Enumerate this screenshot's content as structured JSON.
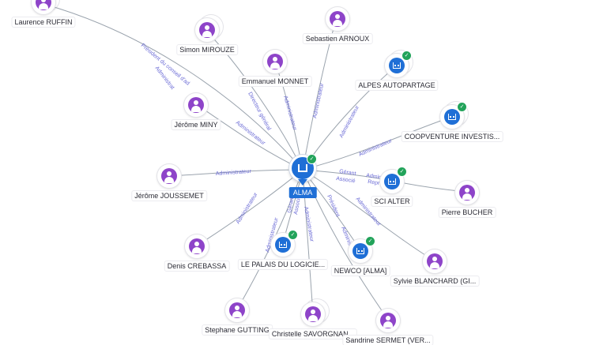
{
  "center": {
    "name": "ALMA",
    "type": "company"
  },
  "nodes": [
    {
      "id": "laurence-ruffin",
      "name": "Laurence RUFFIN",
      "type": "person"
    },
    {
      "id": "simon-mirouze",
      "name": "Simon MIROUZE",
      "type": "person"
    },
    {
      "id": "sebastien-arnoux",
      "name": "Sebastien ARNOUX",
      "type": "person"
    },
    {
      "id": "emmanuel-monnet",
      "name": "Emmanuel MONNET",
      "type": "person"
    },
    {
      "id": "alpes-autopartage",
      "name": "ALPES AUTOPARTAGE",
      "type": "company"
    },
    {
      "id": "jerome-miny",
      "name": "Jérôme MINY",
      "type": "person"
    },
    {
      "id": "coopventure",
      "name": "COOPVENTURE INVESTIS...",
      "type": "company"
    },
    {
      "id": "jerome-joussemet",
      "name": "Jérôme JOUSSEMET",
      "type": "person"
    },
    {
      "id": "sci-alter",
      "name": "SCI ALTER",
      "type": "company"
    },
    {
      "id": "pierre-bucher",
      "name": "Pierre BUCHER",
      "type": "person"
    },
    {
      "id": "denis-crebassa",
      "name": "Denis CREBASSA",
      "type": "person"
    },
    {
      "id": "le-palais",
      "name": "LE PALAIS DU LOGICIE...",
      "type": "company"
    },
    {
      "id": "newco-alma",
      "name": "NEWCO [ALMA]",
      "type": "company"
    },
    {
      "id": "sylvie-blanchard",
      "name": "Sylvie BLANCHARD (GI...",
      "type": "person"
    },
    {
      "id": "stephane-gutting",
      "name": "Stephane GUTTING",
      "type": "person"
    },
    {
      "id": "christelle-savorgnan",
      "name": "Christelle SAVORGNAN...",
      "type": "person"
    },
    {
      "id": "sandrine-sermet",
      "name": "Sandrine SERMET (VER...",
      "type": "person"
    }
  ],
  "edge_labels": {
    "ruffin": "Président du conseil d'ad",
    "ruffin2": "Administrat",
    "mirouze": "Directeur général",
    "monnet": "Administrateur",
    "arnoux": "Administrateur",
    "alpes": "Administrateur",
    "miny": "Administrateur",
    "coop": "Administrateur",
    "joussemet": "Administrateur",
    "scialter1": "Gérant",
    "scialter2": "Associé",
    "scialter3": "Admin",
    "scialter4": "Repr",
    "crebassa": "Administrateur",
    "palais1": "Gérant",
    "palais2": "Associé",
    "palais3": "Administrateur",
    "newco1": "Président",
    "newco2": "Administrateur",
    "sylvie": "Administrateur",
    "gutting": "Administrateur",
    "savorgnan": "Administrateur"
  },
  "colors": {
    "person": "#8e44c9",
    "company": "#1f6fd6",
    "verified": "#22a35a",
    "edge_label": "#6b6bd6"
  },
  "icons": {
    "person": "person-icon",
    "company": "building-icon",
    "verified": "check-badge-icon"
  }
}
